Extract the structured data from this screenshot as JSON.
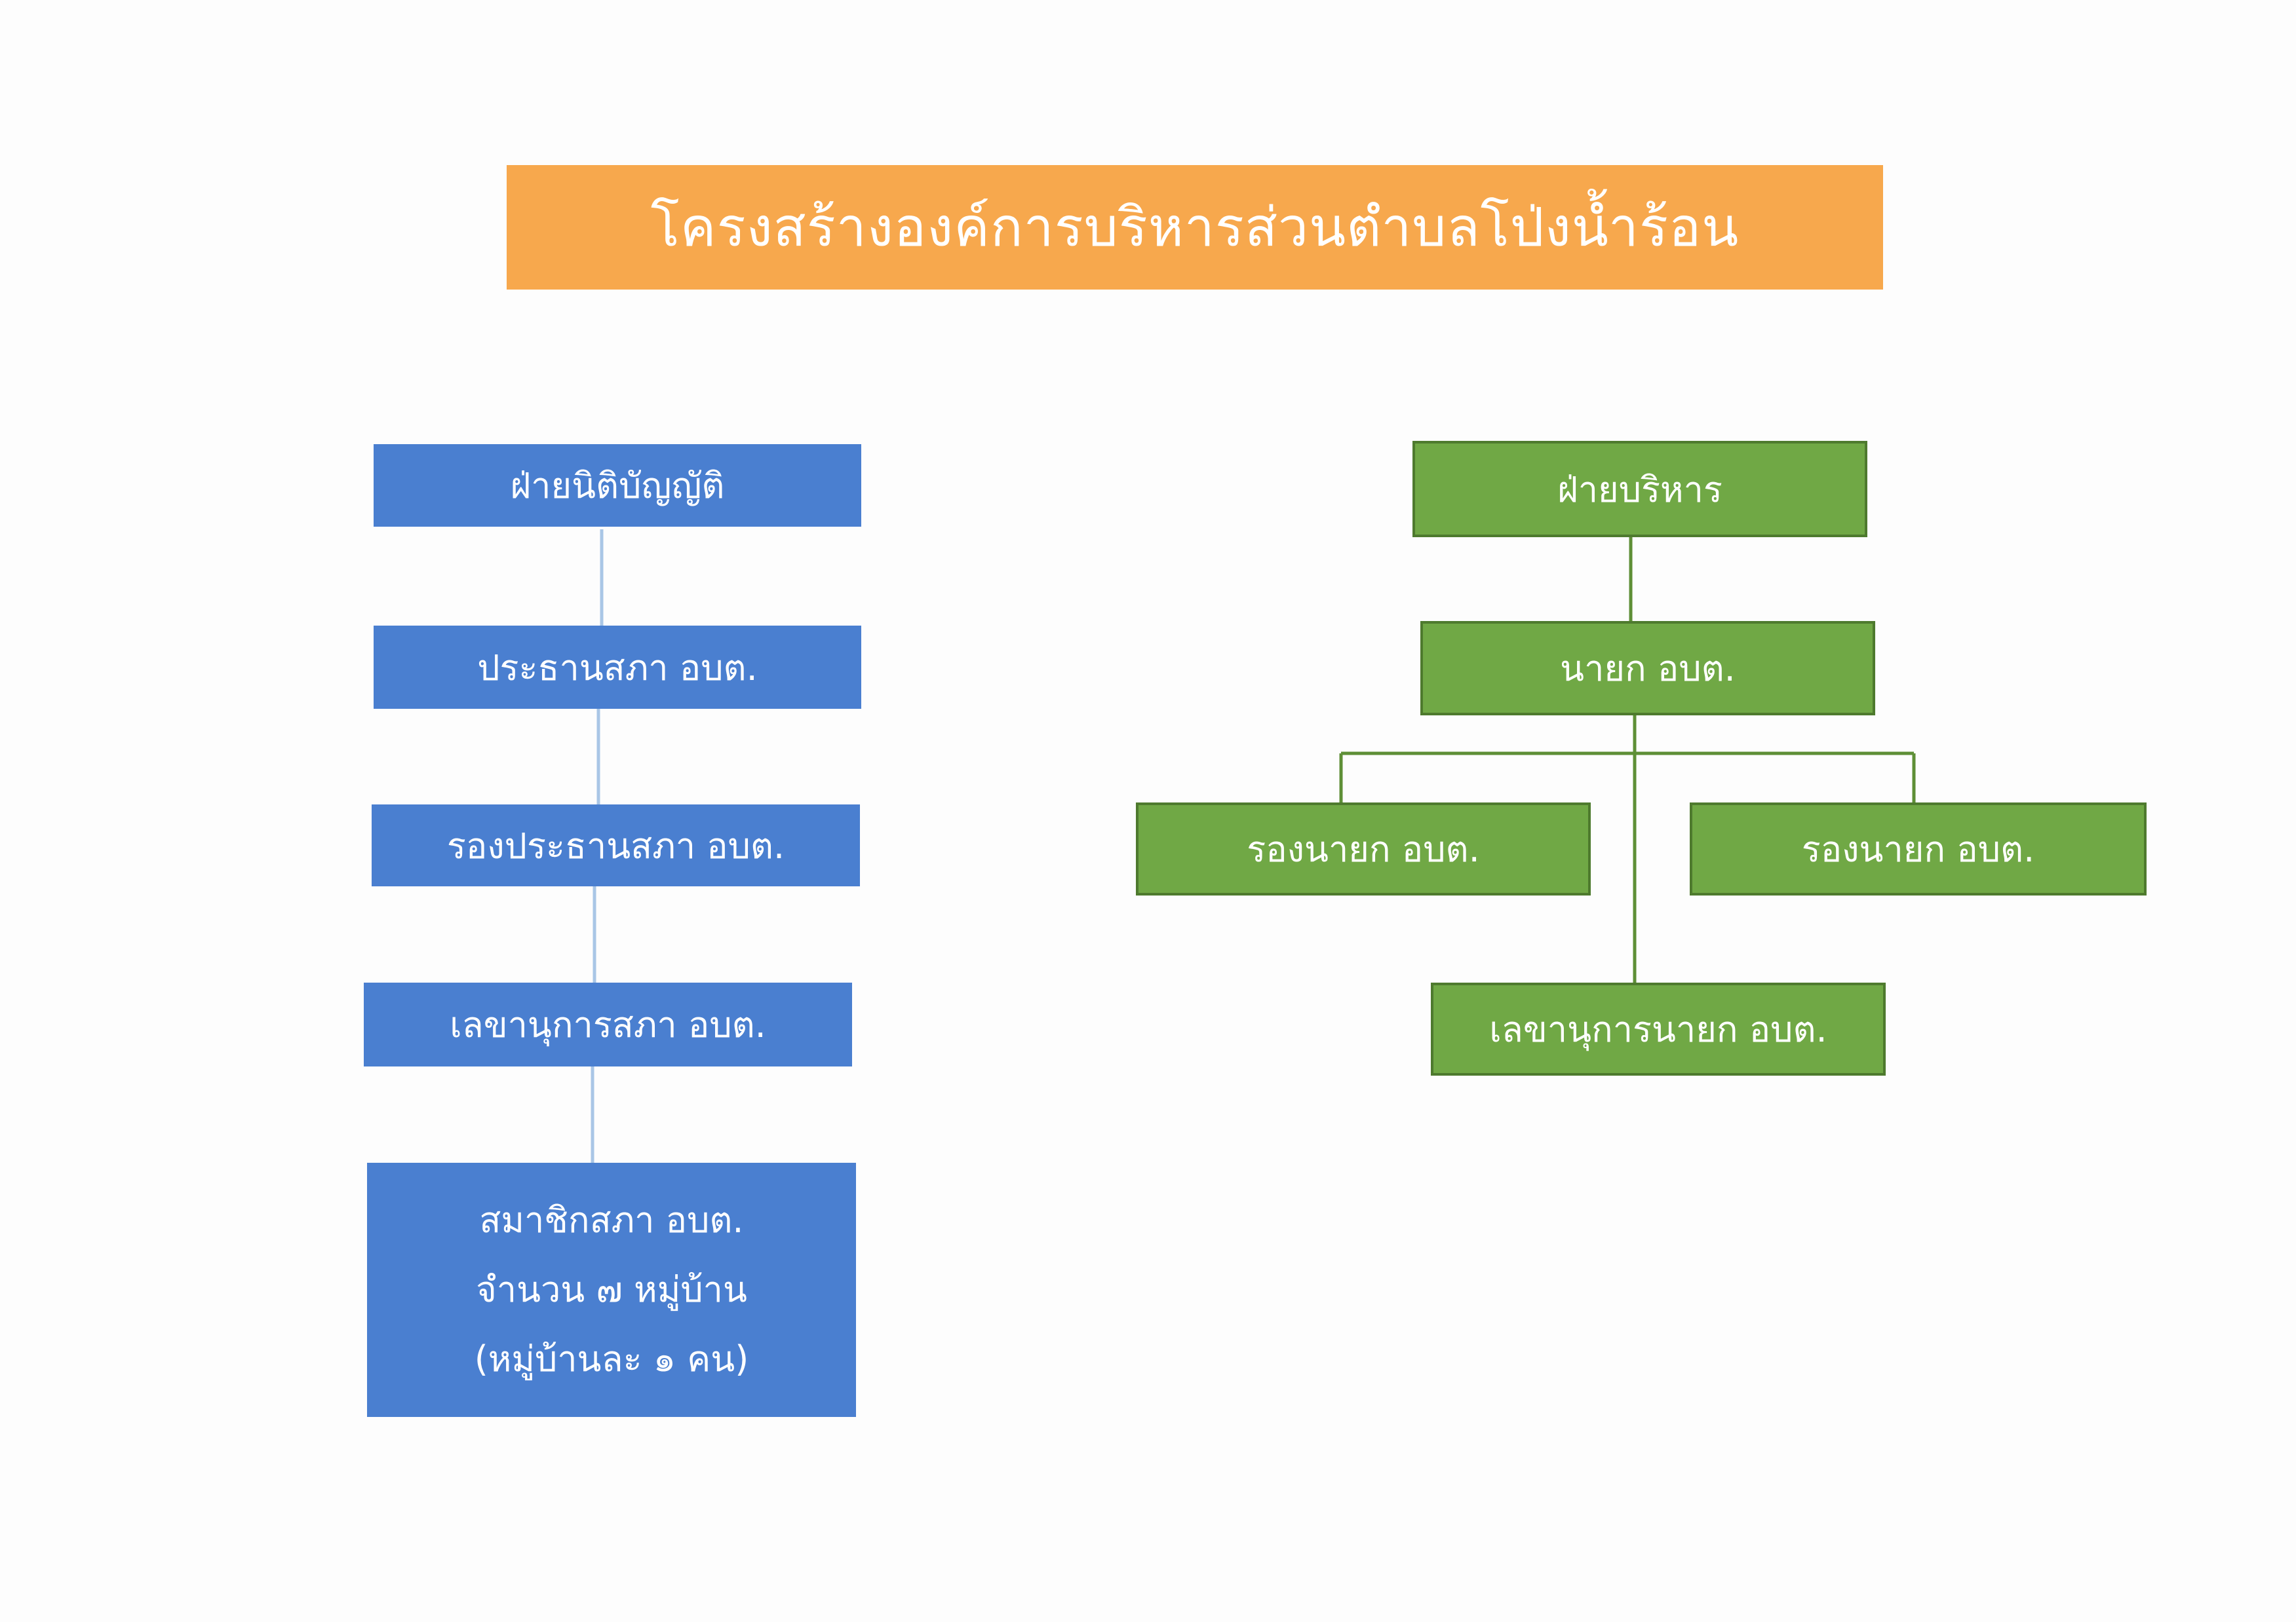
{
  "title": "โครงสร้างองค์การบริหารส่วนตำบลโป่งน้ำร้อน",
  "colors": {
    "title_bg": "#f7a84d",
    "legislative": "#4a7fd0",
    "executive": "#70a845",
    "executive_border": "#4e7a2e",
    "legislative_line": "#a9c6e6",
    "executive_line": "#5e8f36"
  },
  "legislative": {
    "head": "ฝ่ายนิติบัญญัติ",
    "chair": "ประธานสภา อบต.",
    "vice_chair": "รองประธานสภา อบต.",
    "secretary": "เลขานุการสภา อบต.",
    "members": [
      "สมาชิกสภา อบต.",
      "จำนวน ๗ หมู่บ้าน",
      "(หมู่บ้านละ ๑ คน)"
    ]
  },
  "executive": {
    "head": "ฝ่ายบริหาร",
    "mayor": "นายก อบต.",
    "deputy_left": "รองนายก อบต.",
    "deputy_right": "รองนายก อบต.",
    "secretary": "เลขานุการนายก อบต."
  }
}
